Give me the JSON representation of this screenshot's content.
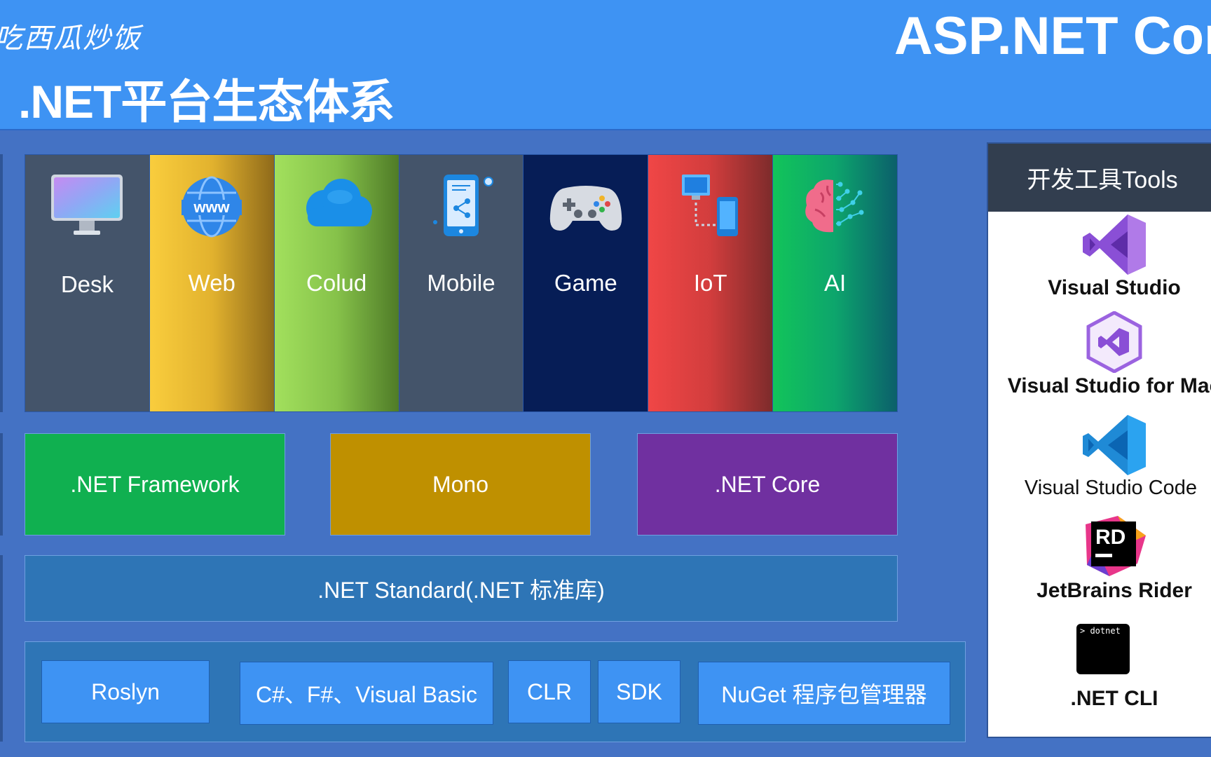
{
  "header": {
    "watermark": "吃西瓜炒饭",
    "title": ".NET平台生态体系",
    "brand": "ASP.NET Core"
  },
  "scenarios": [
    {
      "label": "Desk",
      "icon": "monitor-icon"
    },
    {
      "label": "Web",
      "icon": "www-globe-icon"
    },
    {
      "label": "Colud",
      "icon": "cloud-icon"
    },
    {
      "label": "Mobile",
      "icon": "smartphone-share-icon"
    },
    {
      "label": "Game",
      "icon": "gamepad-icon"
    },
    {
      "label": "IoT",
      "icon": "iot-devices-icon"
    },
    {
      "label": "AI",
      "icon": "brain-circuit-icon"
    }
  ],
  "frameworks": {
    "netfx": ".NET Framework",
    "mono": "Mono",
    "core": ".NET Core"
  },
  "standard": ".NET Standard(.NET 标准库)",
  "toolchain": {
    "roslyn": "Roslyn",
    "languages": "C#、F#、Visual Basic",
    "clr": "CLR",
    "sdk": "SDK",
    "nuget": "NuGet 程序包管理器"
  },
  "tools": {
    "header": "开发工具Tools",
    "items": [
      {
        "name": "Visual Studio",
        "icon": "visual-studio-icon"
      },
      {
        "name": "Visual Studio for Mac",
        "icon": "visual-studio-mac-icon"
      },
      {
        "name": "Visual Studio Code",
        "icon": "vscode-icon"
      },
      {
        "name": "JetBrains Rider",
        "icon": "rider-icon",
        "icon_text": "RD"
      },
      {
        "name": ".NET CLI",
        "icon": "terminal-icon",
        "icon_text": "> dotnet"
      }
    ]
  },
  "colors": {
    "header_bg": "#3e93f3",
    "body_bg": "#4472c4",
    "netfx": "#10b050",
    "mono": "#bf9000",
    "core": "#7030a0",
    "standard": "#2e75b6"
  }
}
